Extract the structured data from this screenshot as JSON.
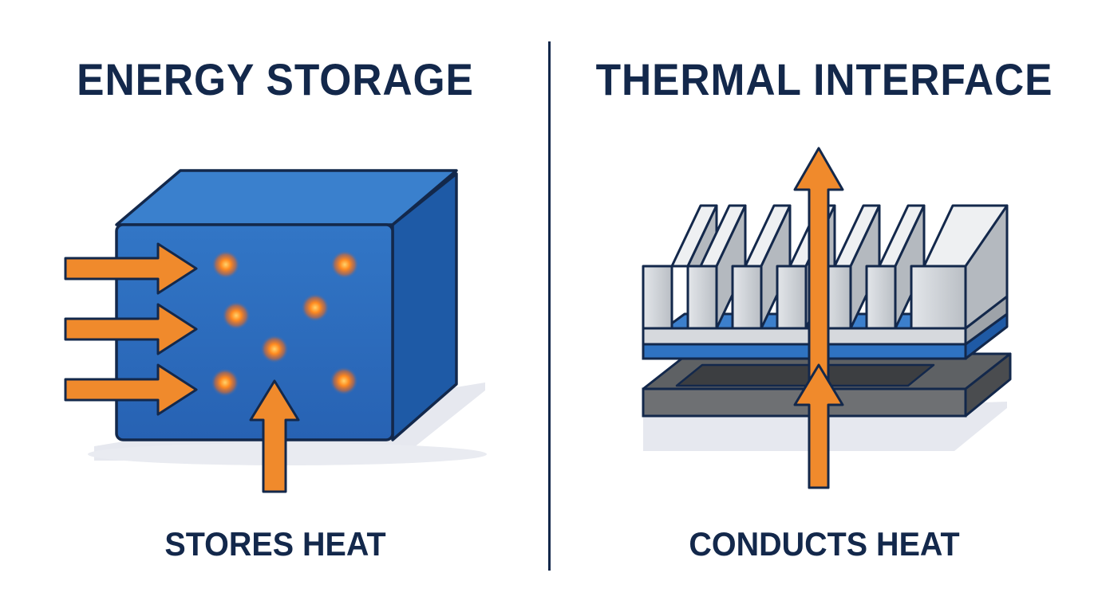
{
  "left_panel": {
    "title": "ENERGY STORAGE",
    "caption": "STORES HEAT"
  },
  "right_panel": {
    "title": "THERMAL INTERFACE",
    "caption": "CONDUCTS HEAT"
  },
  "colors": {
    "text": "#13284b",
    "outline": "#13284b",
    "block_front": "#2c6bbd",
    "block_top": "#3f82cc",
    "block_side": "#1f5aa5",
    "arrow": "#f08a2c",
    "glow": "#ff7a1a",
    "heatsink_metal": "#c9cdd2",
    "thermal_pad": "#2f73c2",
    "chip": "#6b6d70",
    "shadow": "#e6e8ee"
  }
}
